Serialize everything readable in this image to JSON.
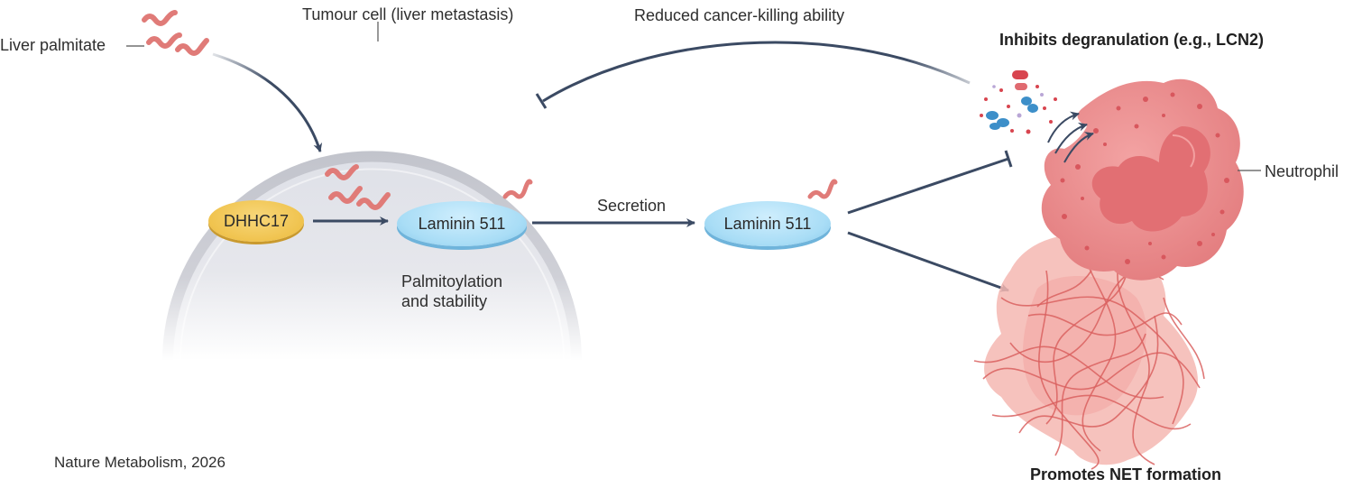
{
  "labels": {
    "tumour_cell": "Tumour cell (liver metastasis)",
    "liver_palmitate": "Liver palmitate",
    "dhhc17": "DHHC17",
    "laminin_inside": "Laminin 511",
    "palmitoylation_line1": "Palmitoylation",
    "palmitoylation_line2": "and stability",
    "secretion": "Secretion",
    "laminin_outside": "Laminin 511",
    "reduced_killing": "Reduced cancer-killing ability",
    "inhibits_degranulation": "Inhibits degranulation (e.g., LCN2)",
    "neutrophil": "Neutrophil",
    "promotes_net": "Promotes NET formation",
    "citation": "Nature Metabolism, 2026"
  },
  "colors": {
    "cell_fill": "#e3e4ea",
    "cell_rim": "#c9cad2",
    "arrow": "#3b4a63",
    "palmitate": "#e07b78",
    "neutrophil_fill": "#ec8a8a",
    "neutrophil_dark": "#d96a6e",
    "net_fill": "#f5b7b2",
    "net_stroke": "#d9605f",
    "dhhc17": "#f0c34e",
    "laminin": "#a9ddf6"
  }
}
